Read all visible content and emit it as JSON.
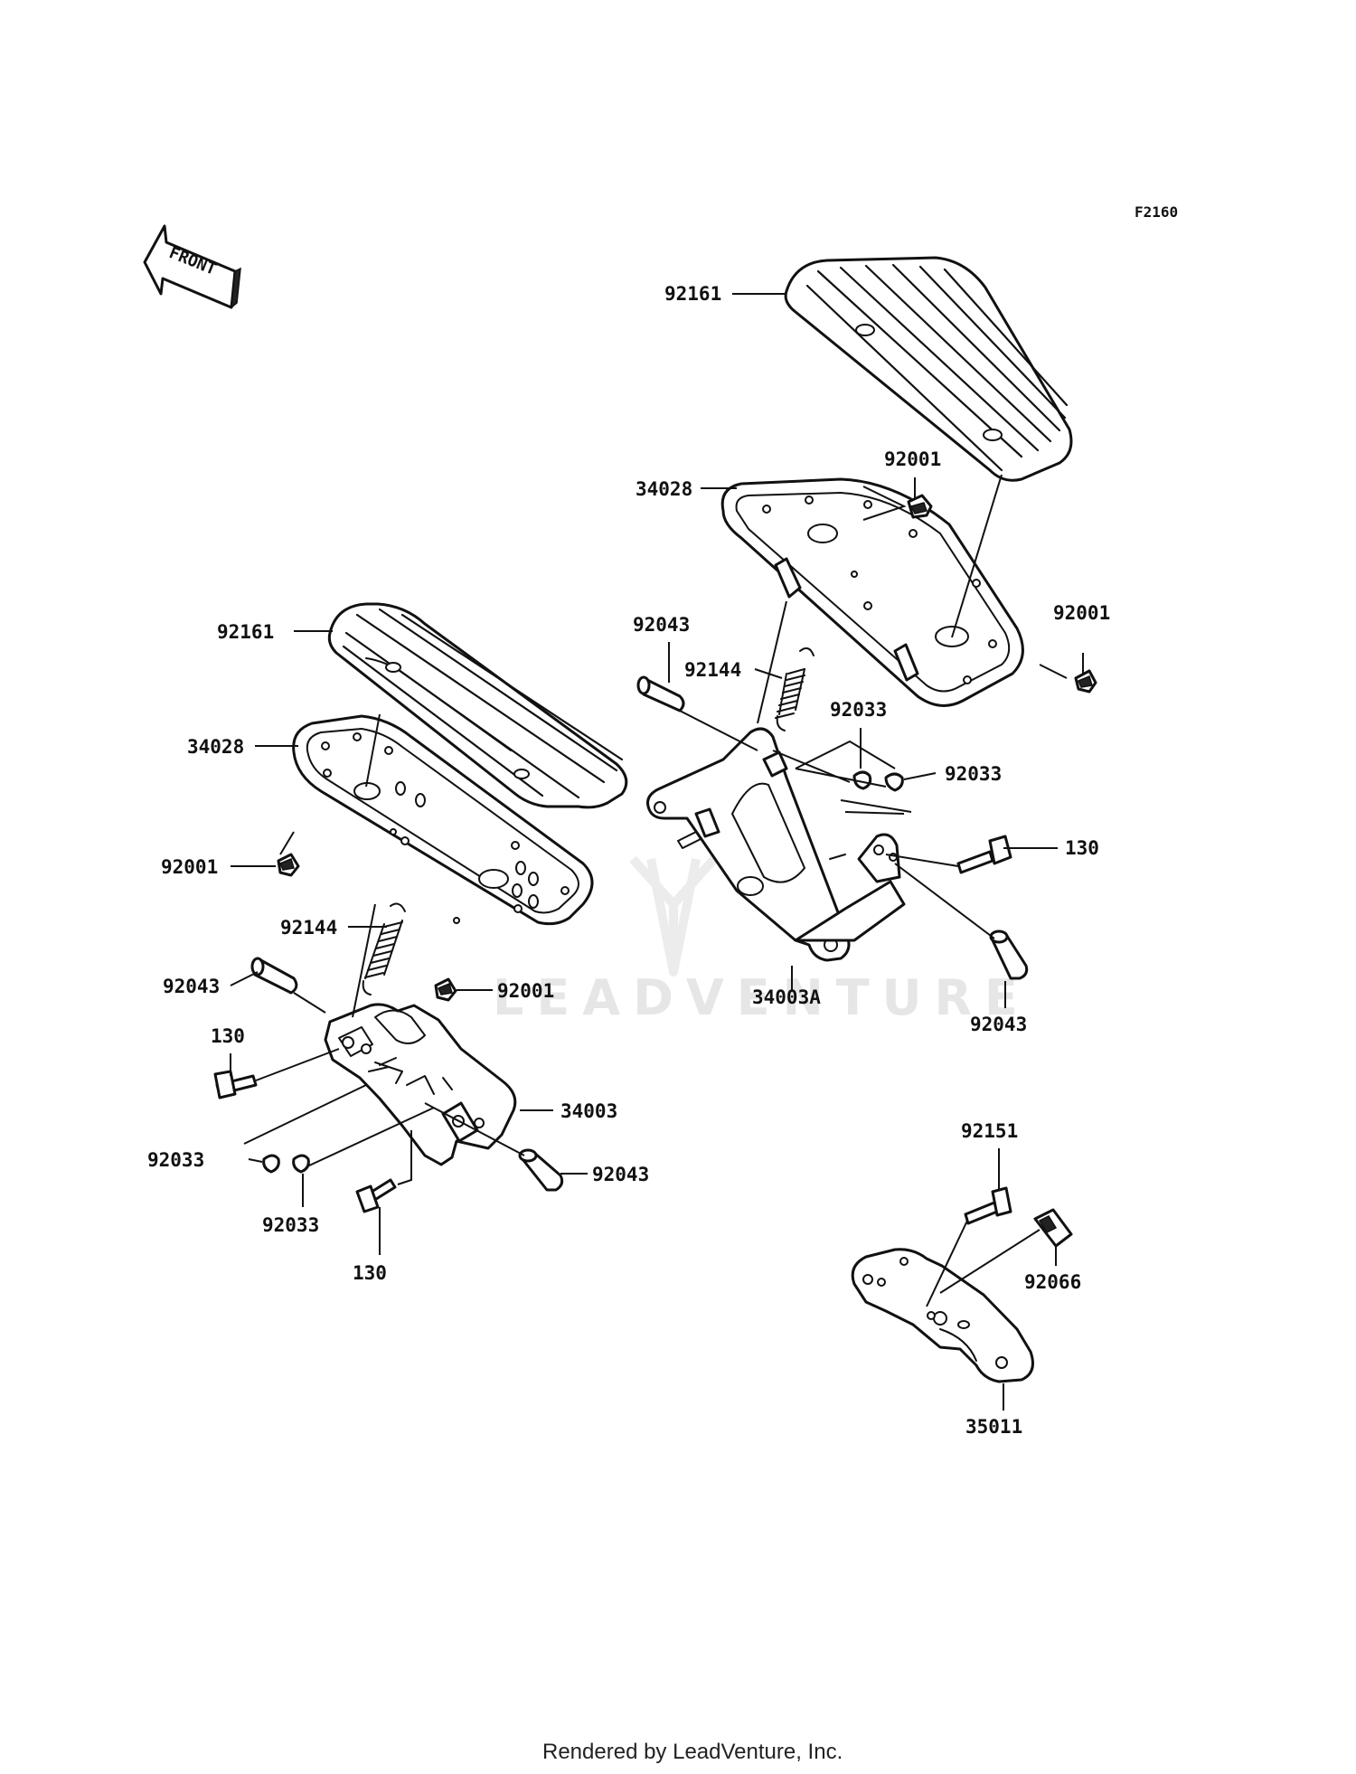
{
  "figure_code": "F2160",
  "direction_label": "FRONT",
  "watermark": "LEADVENTURE",
  "footer": "Rendered by LeadVenture, Inc.",
  "callouts": [
    {
      "id": "c1",
      "text": "92161"
    },
    {
      "id": "c2",
      "text": "34028"
    },
    {
      "id": "c3",
      "text": "92001"
    },
    {
      "id": "c4",
      "text": "92001"
    },
    {
      "id": "c5",
      "text": "92043"
    },
    {
      "id": "c6",
      "text": "92144"
    },
    {
      "id": "c7",
      "text": "92033"
    },
    {
      "id": "c8",
      "text": "92033"
    },
    {
      "id": "c9",
      "text": "130"
    },
    {
      "id": "c10",
      "text": "34003A"
    },
    {
      "id": "c11",
      "text": "92043"
    },
    {
      "id": "c12",
      "text": "92161"
    },
    {
      "id": "c13",
      "text": "34028"
    },
    {
      "id": "c14",
      "text": "92001"
    },
    {
      "id": "c15",
      "text": "92144"
    },
    {
      "id": "c16",
      "text": "92001"
    },
    {
      "id": "c17",
      "text": "92043"
    },
    {
      "id": "c18",
      "text": "130"
    },
    {
      "id": "c19",
      "text": "34003"
    },
    {
      "id": "c20",
      "text": "92043"
    },
    {
      "id": "c21",
      "text": "92033"
    },
    {
      "id": "c22",
      "text": "92033"
    },
    {
      "id": "c23",
      "text": "130"
    },
    {
      "id": "c24",
      "text": "92151"
    },
    {
      "id": "c25",
      "text": "92066"
    },
    {
      "id": "c26",
      "text": "35011"
    }
  ]
}
